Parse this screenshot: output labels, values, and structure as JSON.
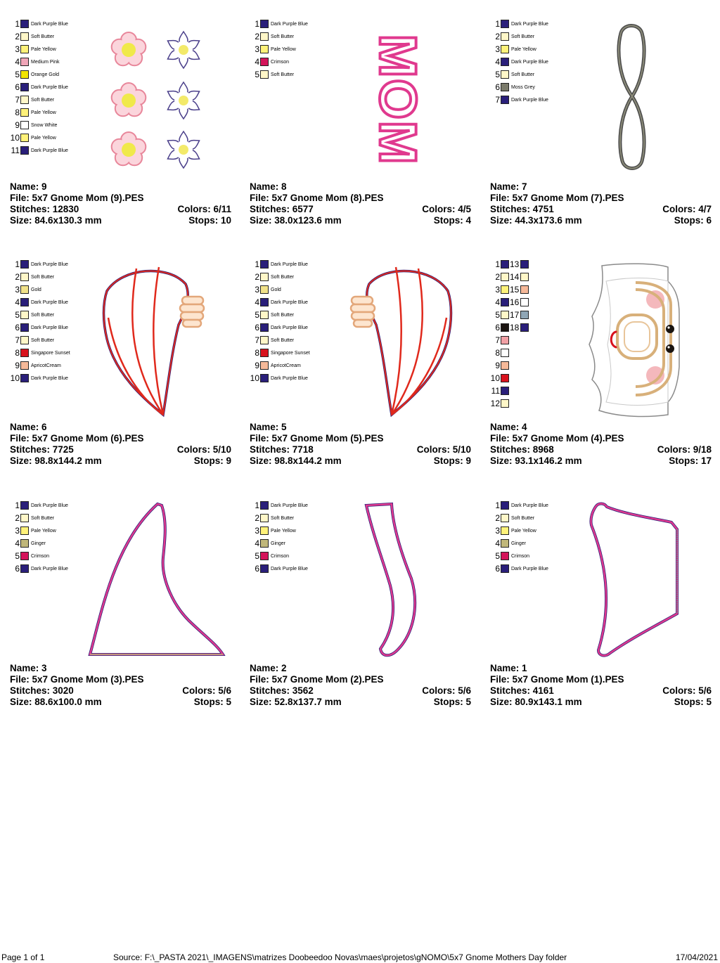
{
  "colors": {
    "dark_purple_blue": "#2a1f7a",
    "soft_butter": "#fff7c8",
    "pale_yellow": "#fff27a",
    "medium_pink": "#f0a6b8",
    "orange_gold": "#f3e600",
    "snow_white": "#ffffff",
    "crimson": "#d4145a",
    "moss_grey": "#7a7a6a",
    "gold": "#f1e28a",
    "singapore_sunset": "#d8121d",
    "apricot_cream": "#f6b999",
    "ginger": "#c0b77a",
    "black": "#1a1410",
    "light_pink": "#f1a0a5",
    "steel_blue": "#8fa6b5",
    "pink_outline": "#e0398e",
    "red_outline": "#e0291c"
  },
  "designs": [
    {
      "name_label": "Name: 9",
      "file_label": "File: 5x7 Gnome Mom (9).PES",
      "stitches_label": "Stitches: 12830",
      "colors_label": "Colors: 6/11",
      "size_label": "Size: 84.6x130.3 mm",
      "stops_label": "Stops: 10",
      "legend": [
        {
          "num": "1",
          "name": "Dark Purple Blue",
          "color": "#2a1f7a"
        },
        {
          "num": "2",
          "name": "Soft Butter",
          "color": "#fff7c8"
        },
        {
          "num": "3",
          "name": "Pale Yellow",
          "color": "#fff27a"
        },
        {
          "num": "4",
          "name": "Medium Pink",
          "color": "#f0a6b8"
        },
        {
          "num": "5",
          "name": "Orange Gold",
          "color": "#f3e600"
        },
        {
          "num": "6",
          "name": "Dark Purple Blue",
          "color": "#2a1f7a"
        },
        {
          "num": "7",
          "name": "Soft Butter",
          "color": "#fff7c8"
        },
        {
          "num": "8",
          "name": "Pale Yellow",
          "color": "#fff27a"
        },
        {
          "num": "9",
          "name": "Snow White",
          "color": "#ffffff"
        },
        {
          "num": "10",
          "name": "Pale Yellow",
          "color": "#fff27a"
        },
        {
          "num": "11",
          "name": "Dark Purple Blue",
          "color": "#2a1f7a"
        }
      ]
    },
    {
      "name_label": "Name: 8",
      "file_label": "File: 5x7 Gnome Mom (8).PES",
      "stitches_label": "Stitches: 6577",
      "colors_label": "Colors: 4/5",
      "size_label": "Size: 38.0x123.6 mm",
      "stops_label": "Stops: 4",
      "mom_text": "MOM",
      "legend": [
        {
          "num": "1",
          "name": "Dark Purple Blue",
          "color": "#2a1f7a"
        },
        {
          "num": "2",
          "name": "Soft Butter",
          "color": "#fff7c8"
        },
        {
          "num": "3",
          "name": "Pale Yellow",
          "color": "#fff27a"
        },
        {
          "num": "4",
          "name": "Crimson",
          "color": "#d4145a"
        },
        {
          "num": "5",
          "name": "Soft Butter",
          "color": "#fff7c8"
        }
      ]
    },
    {
      "name_label": "Name: 7",
      "file_label": "File: 5x7 Gnome Mom (7).PES",
      "stitches_label": "Stitches: 4751",
      "colors_label": "Colors: 4/7",
      "size_label": "Size: 44.3x173.6 mm",
      "stops_label": "Stops: 6",
      "legend": [
        {
          "num": "1",
          "name": "Dark Purple Blue",
          "color": "#2a1f7a"
        },
        {
          "num": "2",
          "name": "Soft Butter",
          "color": "#fff7c8"
        },
        {
          "num": "3",
          "name": "Pale Yellow",
          "color": "#fff27a"
        },
        {
          "num": "4",
          "name": "Dark Purple Blue",
          "color": "#2a1f7a"
        },
        {
          "num": "5",
          "name": "Soft Butter",
          "color": "#fff7c8"
        },
        {
          "num": "6",
          "name": "Moss Grey",
          "color": "#7a7a6a"
        },
        {
          "num": "7",
          "name": "Dark Purple Blue",
          "color": "#2a1f7a"
        }
      ]
    },
    {
      "name_label": "Name: 6",
      "file_label": "File: 5x7 Gnome Mom (6).PES",
      "stitches_label": "Stitches: 7725",
      "colors_label": "Colors: 5/10",
      "size_label": "Size: 98.8x144.2 mm",
      "stops_label": "Stops: 9",
      "legend": [
        {
          "num": "1",
          "name": "Dark Purple Blue",
          "color": "#2a1f7a"
        },
        {
          "num": "2",
          "name": "Soft Butter",
          "color": "#fff7c8"
        },
        {
          "num": "3",
          "name": "Gold",
          "color": "#f1e28a"
        },
        {
          "num": "4",
          "name": "Dark Purple Blue",
          "color": "#2a1f7a"
        },
        {
          "num": "5",
          "name": "Soft Butter",
          "color": "#fff7c8"
        },
        {
          "num": "6",
          "name": "Dark Purple Blue",
          "color": "#2a1f7a"
        },
        {
          "num": "7",
          "name": "Soft Butter",
          "color": "#fff7c8"
        },
        {
          "num": "8",
          "name": "Singapore Sunset",
          "color": "#d8121d"
        },
        {
          "num": "9",
          "name": "ApricotCream",
          "color": "#f6b999"
        },
        {
          "num": "10",
          "name": "Dark Purple Blue",
          "color": "#2a1f7a"
        }
      ]
    },
    {
      "name_label": "Name: 5",
      "file_label": "File: 5x7 Gnome Mom (5).PES",
      "stitches_label": "Stitches: 7718",
      "colors_label": "Colors: 5/10",
      "size_label": "Size: 98.8x144.2 mm",
      "stops_label": "Stops: 9",
      "legend": [
        {
          "num": "1",
          "name": "Dark Purple Blue",
          "color": "#2a1f7a"
        },
        {
          "num": "2",
          "name": "Soft Butter",
          "color": "#fff7c8"
        },
        {
          "num": "3",
          "name": "Gold",
          "color": "#f1e28a"
        },
        {
          "num": "4",
          "name": "Dark Purple Blue",
          "color": "#2a1f7a"
        },
        {
          "num": "5",
          "name": "Soft Butter",
          "color": "#fff7c8"
        },
        {
          "num": "6",
          "name": "Dark Purple Blue",
          "color": "#2a1f7a"
        },
        {
          "num": "7",
          "name": "Soft Butter",
          "color": "#fff7c8"
        },
        {
          "num": "8",
          "name": "Singapore Sunset",
          "color": "#d8121d"
        },
        {
          "num": "9",
          "name": "ApricotCream",
          "color": "#f6b999"
        },
        {
          "num": "10",
          "name": "Dark Purple Blue",
          "color": "#2a1f7a"
        }
      ]
    },
    {
      "name_label": "Name: 4",
      "file_label": "File: 5x7 Gnome Mom (4).PES",
      "stitches_label": "Stitches: 8968",
      "colors_label": "Colors: 9/18",
      "size_label": "Size: 93.1x146.2 mm",
      "stops_label": "Stops: 17",
      "legend": [
        {
          "num": "1",
          "name": "",
          "color": "#2a1f7a",
          "extra_num": "13",
          "extra_color": "#2a1f7a"
        },
        {
          "num": "2",
          "name": "",
          "color": "#fff7c8",
          "extra_num": "14",
          "extra_color": "#fff7c8"
        },
        {
          "num": "3",
          "name": "",
          "color": "#fff27a",
          "extra_num": "15",
          "extra_color": "#f6b999"
        },
        {
          "num": "4",
          "name": "",
          "color": "#2a1f7a",
          "extra_num": "16",
          "extra_color": "#ffffff"
        },
        {
          "num": "5",
          "name": "",
          "color": "#fff7c8",
          "extra_num": "17",
          "extra_color": "#8fa6b5"
        },
        {
          "num": "6",
          "name": "",
          "color": "#1a1410",
          "extra_num": "18",
          "extra_color": "#2a1f7a"
        },
        {
          "num": "7",
          "name": "",
          "color": "#f1a0a5"
        },
        {
          "num": "8",
          "name": "",
          "color": "#ffffff"
        },
        {
          "num": "9",
          "name": "",
          "color": "#f6b999"
        },
        {
          "num": "10",
          "name": "",
          "color": "#d8121d"
        },
        {
          "num": "11",
          "name": "",
          "color": "#2a1f7a"
        },
        {
          "num": "12",
          "name": "",
          "color": "#fff7c8"
        }
      ]
    },
    {
      "name_label": "Name: 3",
      "file_label": "File: 5x7 Gnome Mom (3).PES",
      "stitches_label": "Stitches: 3020",
      "colors_label": "Colors: 5/6",
      "size_label": "Size: 88.6x100.0 mm",
      "stops_label": "Stops: 5",
      "legend": [
        {
          "num": "1",
          "name": "Dark Purple Blue",
          "color": "#2a1f7a"
        },
        {
          "num": "2",
          "name": "Soft Butter",
          "color": "#fff7c8"
        },
        {
          "num": "3",
          "name": "Pale Yellow",
          "color": "#fff27a"
        },
        {
          "num": "4",
          "name": "Ginger",
          "color": "#c0b77a"
        },
        {
          "num": "5",
          "name": "Crimson",
          "color": "#d4145a"
        },
        {
          "num": "6",
          "name": "Dark Purple Blue",
          "color": "#2a1f7a"
        }
      ]
    },
    {
      "name_label": "Name: 2",
      "file_label": "File: 5x7 Gnome Mom (2).PES",
      "stitches_label": "Stitches: 3562",
      "colors_label": "Colors: 5/6",
      "size_label": "Size: 52.8x137.7 mm",
      "stops_label": "Stops: 5",
      "legend": [
        {
          "num": "1",
          "name": "Dark Purple Blue",
          "color": "#2a1f7a"
        },
        {
          "num": "2",
          "name": "Soft Butter",
          "color": "#fff7c8"
        },
        {
          "num": "3",
          "name": "Pale Yellow",
          "color": "#fff27a"
        },
        {
          "num": "4",
          "name": "Ginger",
          "color": "#c0b77a"
        },
        {
          "num": "5",
          "name": "Crimson",
          "color": "#d4145a"
        },
        {
          "num": "6",
          "name": "Dark Purple Blue",
          "color": "#2a1f7a"
        }
      ]
    },
    {
      "name_label": "Name: 1",
      "file_label": "File: 5x7 Gnome Mom (1).PES",
      "stitches_label": "Stitches: 4161",
      "colors_label": "Colors: 5/6",
      "size_label": "Size: 80.9x143.1 mm",
      "stops_label": "Stops: 5",
      "legend": [
        {
          "num": "1",
          "name": "Dark Purple Blue",
          "color": "#2a1f7a"
        },
        {
          "num": "2",
          "name": "Soft Butter",
          "color": "#fff7c8"
        },
        {
          "num": "3",
          "name": "Pale Yellow",
          "color": "#fff27a"
        },
        {
          "num": "4",
          "name": "Ginger",
          "color": "#c0b77a"
        },
        {
          "num": "5",
          "name": "Crimson",
          "color": "#d4145a"
        },
        {
          "num": "6",
          "name": "Dark Purple Blue",
          "color": "#2a1f7a"
        }
      ]
    }
  ],
  "footer": {
    "page": "Page 1 of 1",
    "source": "Source: F:\\_PASTA 2021\\_IMAGENS\\matrizes Doobeedoo Novas\\maes\\projetos\\gNOMO\\5x7 Gnome Mothers Day folder",
    "date": "17/04/2021"
  }
}
